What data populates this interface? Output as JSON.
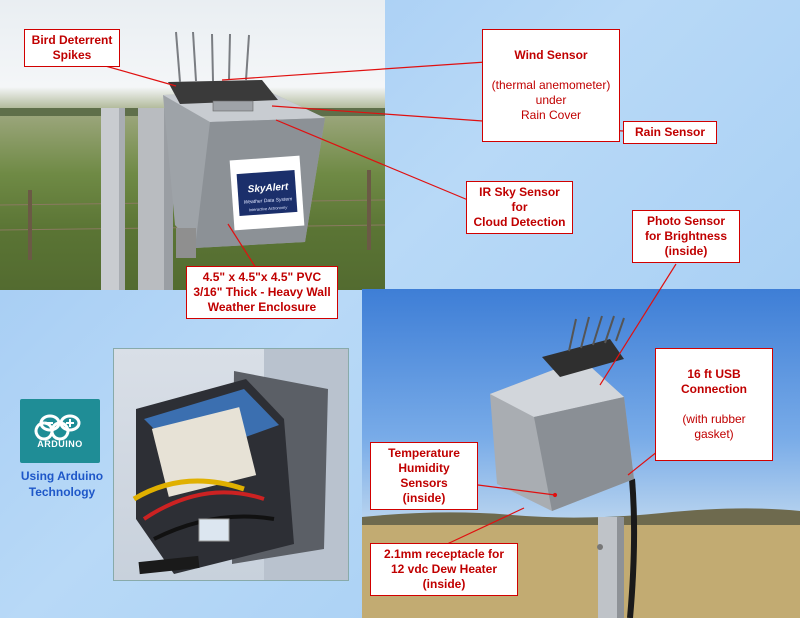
{
  "callouts": {
    "bird_spikes": "Bird Deterrent\nSpikes",
    "wind_title": "Wind Sensor",
    "wind_detail": "(thermal anemometer)\nunder\nRain Cover",
    "rain": "Rain Sensor",
    "ir_sky": "IR  Sky Sensor\nfor\nCloud Detection",
    "photo_sensor": "Photo Sensor\nfor Brightness\n(inside)",
    "enclosure": "4.5\" x 4.5\"x 4.5\" PVC\n3/16\" Thick - Heavy Wall\nWeather Enclosure",
    "usb_title": "16 ft  USB\nConnection",
    "usb_detail": "(with rubber gasket)",
    "temp_humidity": "Temperature\nHumidity\nSensors\n(inside)",
    "dew_heater": "2.1mm receptacle for\n12 vdc Dew Heater\n(inside)"
  },
  "device_label": {
    "brand": "SkyAlert",
    "subtitle": "Weather Data System",
    "tagline": "Interactive Astronomy"
  },
  "arduino": {
    "logo_text": "ARDUINO",
    "caption": "Using Arduino\nTechnology"
  },
  "colors": {
    "callout_border": "#d10000",
    "callout_text": "#c00000",
    "leader_line": "#e01010",
    "background": "#a9cdf0",
    "arduino_teal": "#1f8d96",
    "caption_blue": "#1e57c8"
  }
}
